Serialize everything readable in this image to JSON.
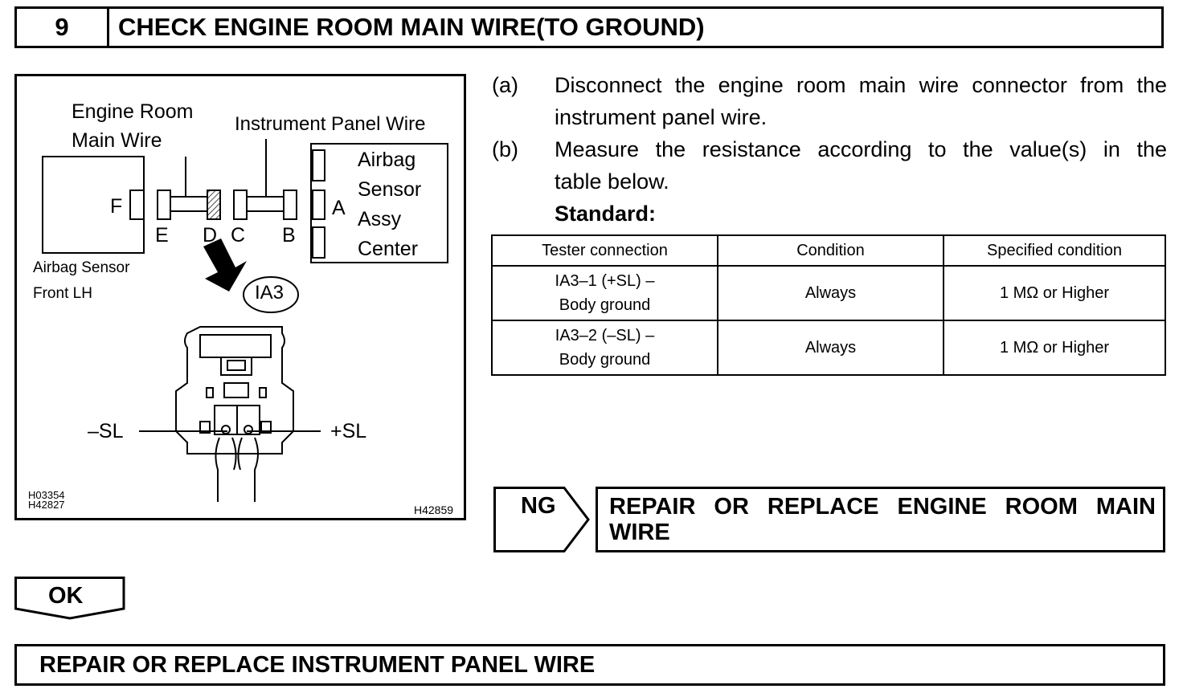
{
  "step": {
    "number": "9",
    "title": "CHECK ENGINE ROOM MAIN WIRE(TO GROUND)"
  },
  "figure": {
    "label_engine_room_line1": "Engine Room",
    "label_engine_room_line2": "Main Wire",
    "label_instrument_panel": "Instrument Panel Wire",
    "label_airbag_center": [
      "Airbag",
      "Sensor",
      "Assy",
      "Center"
    ],
    "label_airbag_front_line1": "Airbag Sensor",
    "label_airbag_front_line2": "Front LH",
    "connector_letters": {
      "f": "F",
      "e": "E",
      "d": "D",
      "c": "C",
      "b": "B",
      "a": "A"
    },
    "connector_id": "IA3",
    "terminal_minus": "–SL",
    "terminal_plus": "+SL",
    "code_left_1": "H03354",
    "code_left_2": "H42827",
    "code_right": "H42859"
  },
  "instructions": [
    {
      "letter": "(a)",
      "line1": "Disconnect the engine room main wire connector from the",
      "line2": "instrument panel wire."
    },
    {
      "letter": "(b)",
      "line1": "Measure the resistance according to the value(s) in the",
      "line2": "table below."
    }
  ],
  "standard_label": "Standard:",
  "table": {
    "headers": [
      "Tester connection",
      "Condition",
      "Specified condition"
    ],
    "rows": [
      {
        "connection_line1": "IA3–1 (+SL) –",
        "connection_line2": "Body ground",
        "condition": "Always",
        "specified": "1 MΩ or Higher"
      },
      {
        "connection_line1": "IA3–2 (–SL) –",
        "connection_line2": "Body ground",
        "condition": "Always",
        "specified": "1 MΩ or Higher"
      }
    ]
  },
  "ng": {
    "label": "NG",
    "action": "REPAIR OR REPLACE ENGINE ROOM MAIN WIRE"
  },
  "ok": {
    "label": "OK"
  },
  "final_action": "REPAIR OR REPLACE INSTRUMENT PANEL WIRE"
}
